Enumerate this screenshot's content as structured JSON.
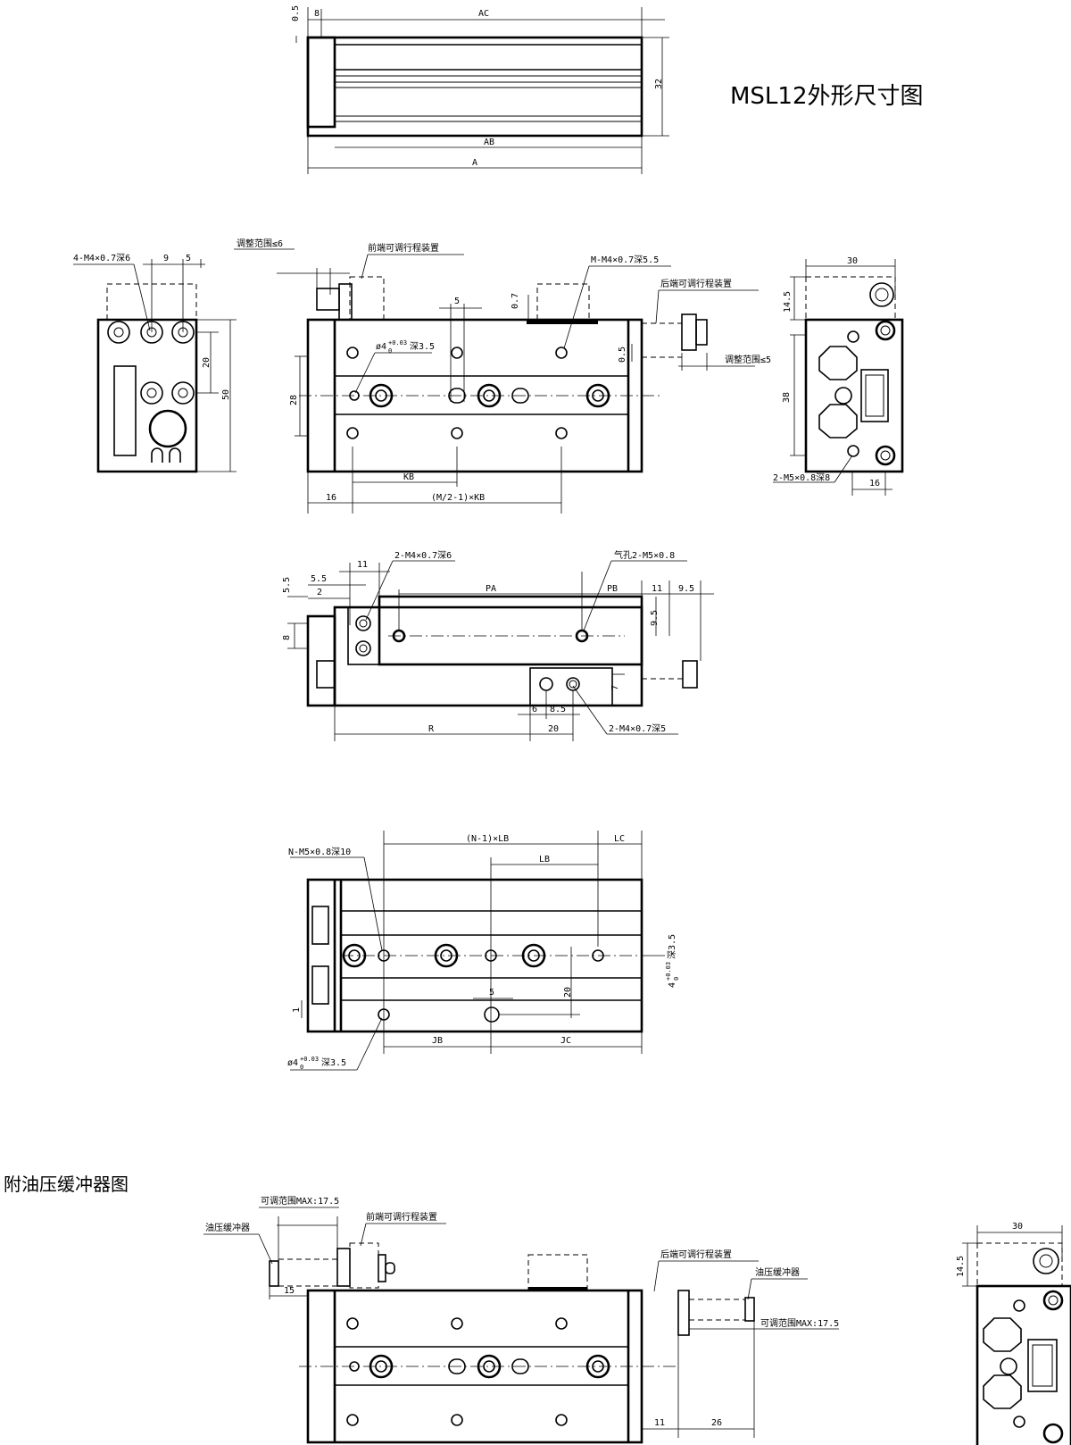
{
  "title": "MSL12外形尺寸图",
  "subtitle": "附油压缓冲器图",
  "top_view": {
    "dim_05": "0.5",
    "dim_8": "8",
    "dim_ac": "AC",
    "dim_32": "32",
    "dim_ab": "AB",
    "dim_a": "A"
  },
  "left_view": {
    "thread": "4-M4×0.7深6",
    "dim_9": "9",
    "dim_5": "5",
    "dim_20": "20",
    "dim_50": "50"
  },
  "front_view": {
    "adjust_front": "调整范围≤6",
    "front_stroke": "前端可调行程装置",
    "thread_m": "M-M4×0.7深5.5",
    "rear_stroke": "后端可调行程装置",
    "dim_5": "5",
    "dim_07": "0.7",
    "dim_05": "0.5",
    "adjust_rear": "调整范围≤5",
    "pin_hole": "ø4",
    "pin_tol_up": "+0.03",
    "pin_tol_low": "0",
    "pin_depth": "深3.5",
    "dim_28": "28",
    "dim_kb": "KB",
    "dim_16": "16",
    "dim_mkb": "(M/2-1)×KB"
  },
  "right_view": {
    "dim_30": "30",
    "dim_145": "14.5",
    "dim_38": "38",
    "thread": "2-M5×0.8深8",
    "dim_16": "16"
  },
  "mid_view": {
    "dim_55v": "5.5",
    "dim_11": "11",
    "thread_top": "2-M4×0.7深6",
    "air_port": "气孔2-M5×0.8",
    "dim_55": "5.5",
    "dim_2": "2",
    "dim_pa": "PA",
    "dim_pb": "PB",
    "dim_11b": "11",
    "dim_95": "9.5",
    "dim_95v": "9.5",
    "dim_8": "8",
    "dim_7": "7",
    "dim_6": "6",
    "dim_85": "8.5",
    "dim_r": "R",
    "dim_20": "20",
    "thread_bottom": "2-M4×0.7深5"
  },
  "bottom_view": {
    "dim_nlb": "(N-1)×LB",
    "dim_lc": "LC",
    "thread": "N-M5×0.8深10",
    "dim_lb": "LB",
    "pin_right": "4",
    "pin_right_up": "+0.03",
    "pin_right_low": "0",
    "pin_right_depth": "深3.5",
    "dim_20": "20",
    "dim_5": "5",
    "dim_1": "1",
    "dim_jb": "JB",
    "dim_jc": "JC",
    "pin_hole": "ø4",
    "pin_tol_up": "+0.03",
    "pin_tol_low": "0",
    "pin_depth": "深3.5"
  },
  "damper_view": {
    "range_front": "可调范围MAX:17.5",
    "front_stroke": "前端可调行程装置",
    "damper_front": "油压缓冲器",
    "dim_15": "15",
    "rear_stroke": "后端可调行程装置",
    "damper_rear": "油压缓冲器",
    "range_rear": "可调范围MAX:17.5",
    "dim_11": "11",
    "dim_26": "26",
    "dim_30": "30",
    "dim_145": "14.5"
  }
}
